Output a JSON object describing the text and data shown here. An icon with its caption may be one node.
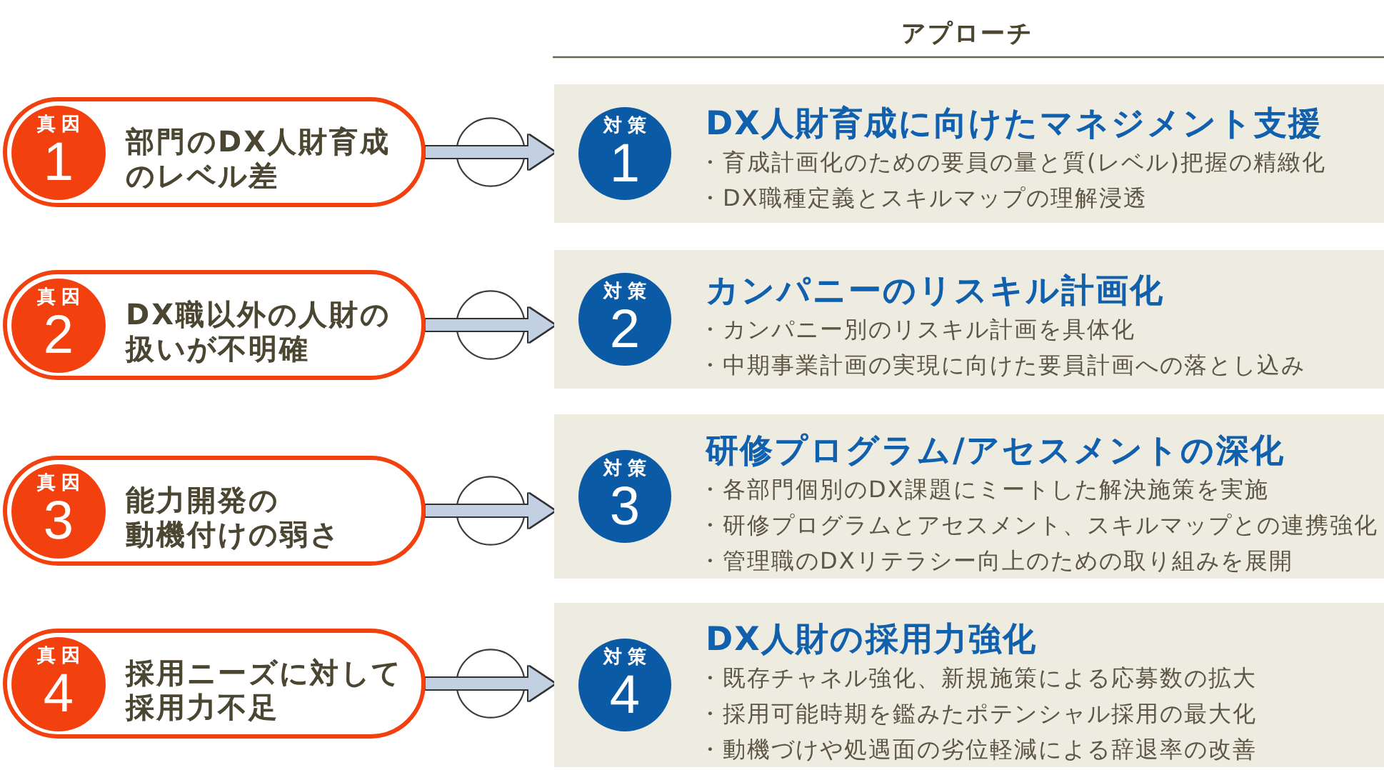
{
  "diagram": {
    "nodes": [
      {
        "text": [
          "部門のDX人財育成のレベル差"
        ]
      },
      {
        "text": [
          "真因",
          "1"
        ],
        "in": 0
      },
      {
        "text": [
          "DX人財育成に向けたマネジメント支援",
          "・育成計画化のための要員の量と質(レベル)把握の精緻化",
          "・DX職種定義とスキルマップの理解浸透"
        ]
      },
      {
        "text": [
          "対策",
          "1"
        ],
        "in": 2
      },
      {
        "text": [
          "DX職以外の人財の扱いが不明確"
        ]
      },
      {
        "text": [
          "真因",
          "2"
        ],
        "in": 4
      },
      {
        "text": [
          "カンパニーのリスキル計画化",
          "・カンパニー別のリスキル計画を具体化",
          "・中期事業計画の実現に向けた要員計画への落とし込み"
        ]
      },
      {
        "text": [
          "対策",
          "2"
        ],
        "in": 6
      },
      {
        "text": [
          "能力開発の動機付けの弱さ"
        ]
      },
      {
        "text": [
          "真因",
          "3"
        ],
        "in": 8
      },
      {
        "text": [
          "研修プログラム/アセスメントの深化",
          "・各部門個別のDX課題にミートした解決施策を実施",
          "・研修プログラムとアセスメント、スキルマップとの連携強化",
          "・管理職のDXリテラシー向上のための取り組みを展開"
        ]
      },
      {
        "text": [
          "対策",
          "3"
        ],
        "in": 10
      },
      {
        "text": [
          "採用ニーズに対して採用力不足"
        ]
      },
      {
        "text": [
          "真因",
          "4"
        ],
        "in": 12
      },
      {
        "text": [
          "DX人財の採用力強化",
          "・既存チャネル強化、新規施策による応募数の拡大",
          "・採用可能時期を鑑みたポテンシャル採用の最大化",
          "・動機づけや処遇面の劣位軽減による辞退率の改善"
        ]
      },
      {
        "text": [
          "対策",
          "4"
        ],
        "in": 14
      }
    ],
    "edges": [
      {
        "from": 0,
        "to": 2,
        "arrow": "to"
      },
      {
        "from": 4,
        "to": 6,
        "arrow": "to"
      },
      {
        "from": 8,
        "to": 10,
        "arrow": "to"
      },
      {
        "from": 12,
        "to": 14,
        "arrow": "to"
      }
    ],
    "labels": [
      "アプローチ"
    ]
  }
}
